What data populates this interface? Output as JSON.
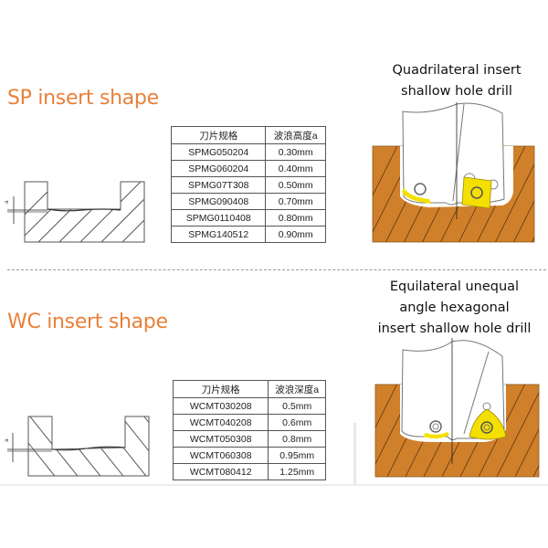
{
  "sp_section": {
    "title": "SP insert shape",
    "drill_caption_lines": [
      "Quadrilateral insert",
      "shallow hole drill"
    ],
    "table": {
      "headers": [
        "刀片规格",
        "波浪高度a"
      ],
      "rows": [
        [
          "SPMG050204",
          "0.30mm"
        ],
        [
          "SPMG060204",
          "0.40mm"
        ],
        [
          "SPMG07T308",
          "0.50mm"
        ],
        [
          "SPMG090408",
          "0.70mm"
        ],
        [
          "SPMG0110408",
          "0.80mm"
        ],
        [
          "SPMG140512",
          "0.90mm"
        ]
      ]
    },
    "diagram_label": "a"
  },
  "wc_section": {
    "title": "WC insert shape",
    "drill_caption_lines": [
      "Equilateral unequal",
      "angle hexagonal",
      "insert shallow hole drill"
    ],
    "table": {
      "headers": [
        "刀片规格",
        "波浪深度a"
      ],
      "rows": [
        [
          "WCMT030208",
          "0.5mm"
        ],
        [
          "WCMT040208",
          "0.6mm"
        ],
        [
          "WCMT050308",
          "0.8mm"
        ],
        [
          "WCMT060308",
          "0.95mm"
        ],
        [
          "WCMT080412",
          "1.25mm"
        ]
      ]
    },
    "diagram_label": "a"
  },
  "colors": {
    "title_orange": "#e8803a",
    "workpiece_brown": "#d0802a",
    "insert_yellow": "#f4e000",
    "line_gray": "#555555"
  }
}
